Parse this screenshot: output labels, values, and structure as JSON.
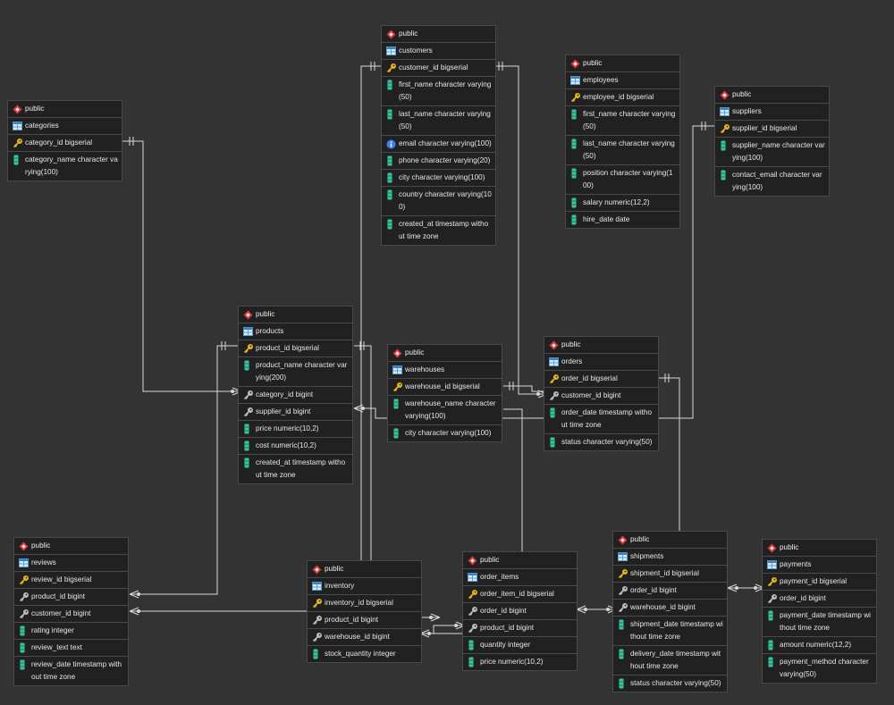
{
  "tables": [
    {
      "id": "categories",
      "schema": "public",
      "name": "categories",
      "columns": [
        {
          "text": "category_id bigserial",
          "icon": "pk"
        },
        {
          "text": "category_name character varying(100)",
          "icon": "col"
        }
      ]
    },
    {
      "id": "customers",
      "schema": "public",
      "name": "customers",
      "columns": [
        {
          "text": "customer_id bigserial",
          "icon": "pk"
        },
        {
          "text": "first_name character varying(50)",
          "icon": "col"
        },
        {
          "text": "last_name character varying(50)",
          "icon": "col"
        },
        {
          "text": "email character varying(100)",
          "icon": "info"
        },
        {
          "text": "phone character varying(20)",
          "icon": "col"
        },
        {
          "text": "city character varying(100)",
          "icon": "col"
        },
        {
          "text": "country character varying(100)",
          "icon": "col"
        },
        {
          "text": "created_at timestamp without time zone",
          "icon": "col"
        }
      ]
    },
    {
      "id": "employees",
      "schema": "public",
      "name": "employees",
      "columns": [
        {
          "text": "employee_id bigserial",
          "icon": "pk"
        },
        {
          "text": "first_name character varying(50)",
          "icon": "col"
        },
        {
          "text": "last_name character varying(50)",
          "icon": "col"
        },
        {
          "text": "position character varying(100)",
          "icon": "col"
        },
        {
          "text": "salary numeric(12,2)",
          "icon": "col"
        },
        {
          "text": "hire_date date",
          "icon": "col"
        }
      ]
    },
    {
      "id": "suppliers",
      "schema": "public",
      "name": "suppliers",
      "columns": [
        {
          "text": "supplier_id bigserial",
          "icon": "pk"
        },
        {
          "text": "supplier_name character varying(100)",
          "icon": "col"
        },
        {
          "text": "contact_email character varying(100)",
          "icon": "col"
        }
      ]
    },
    {
      "id": "products",
      "schema": "public",
      "name": "products",
      "columns": [
        {
          "text": "product_id bigserial",
          "icon": "pk"
        },
        {
          "text": "product_name character varying(200)",
          "icon": "col"
        },
        {
          "text": "category_id bigint",
          "icon": "fk"
        },
        {
          "text": "supplier_id bigint",
          "icon": "fk"
        },
        {
          "text": "price numeric(10,2)",
          "icon": "col"
        },
        {
          "text": "cost numeric(10,2)",
          "icon": "col"
        },
        {
          "text": "created_at timestamp without time zone",
          "icon": "col"
        }
      ]
    },
    {
      "id": "warehouses",
      "schema": "public",
      "name": "warehouses",
      "columns": [
        {
          "text": "warehouse_id bigserial",
          "icon": "pk"
        },
        {
          "text": "warehouse_name character varying(100)",
          "icon": "col"
        },
        {
          "text": "city character varying(100)",
          "icon": "col"
        }
      ]
    },
    {
      "id": "orders",
      "schema": "public",
      "name": "orders",
      "columns": [
        {
          "text": "order_id bigserial",
          "icon": "pk"
        },
        {
          "text": "customer_id bigint",
          "icon": "fk"
        },
        {
          "text": "order_date timestamp without time zone",
          "icon": "col"
        },
        {
          "text": "status character varying(50)",
          "icon": "col"
        }
      ]
    },
    {
      "id": "reviews",
      "schema": "public",
      "name": "reviews",
      "columns": [
        {
          "text": "review_id bigserial",
          "icon": "pk"
        },
        {
          "text": "product_id bigint",
          "icon": "fk"
        },
        {
          "text": "customer_id bigint",
          "icon": "fk"
        },
        {
          "text": "rating integer",
          "icon": "col"
        },
        {
          "text": "review_text text",
          "icon": "col"
        },
        {
          "text": "review_date timestamp without time zone",
          "icon": "col"
        }
      ]
    },
    {
      "id": "inventory",
      "schema": "public",
      "name": "inventory",
      "columns": [
        {
          "text": "inventory_id bigserial",
          "icon": "pk"
        },
        {
          "text": "product_id bigint",
          "icon": "fk"
        },
        {
          "text": "warehouse_id bigint",
          "icon": "fk"
        },
        {
          "text": "stock_quantity integer",
          "icon": "col"
        }
      ]
    },
    {
      "id": "order_items",
      "schema": "public",
      "name": "order_items",
      "columns": [
        {
          "text": "order_item_id bigserial",
          "icon": "pk"
        },
        {
          "text": "order_id bigint",
          "icon": "fk"
        },
        {
          "text": "product_id bigint",
          "icon": "fk"
        },
        {
          "text": "quantity integer",
          "icon": "col"
        },
        {
          "text": "price numeric(10,2)",
          "icon": "col"
        }
      ]
    },
    {
      "id": "shipments",
      "schema": "public",
      "name": "shipments",
      "columns": [
        {
          "text": "shipment_id bigserial",
          "icon": "pk"
        },
        {
          "text": "order_id bigint",
          "icon": "fk"
        },
        {
          "text": "warehouse_id bigint",
          "icon": "fk"
        },
        {
          "text": "shipment_date timestamp without time zone",
          "icon": "col"
        },
        {
          "text": "delivery_date timestamp without time zone",
          "icon": "col"
        },
        {
          "text": "status character varying(50)",
          "icon": "col"
        }
      ]
    },
    {
      "id": "payments",
      "schema": "public",
      "name": "payments",
      "columns": [
        {
          "text": "payment_id bigserial",
          "icon": "pk"
        },
        {
          "text": "order_id bigint",
          "icon": "fk"
        },
        {
          "text": "payment_date timestamp without time zone",
          "icon": "col"
        },
        {
          "text": "amount numeric(12,2)",
          "icon": "col"
        },
        {
          "text": "payment_method character varying(50)",
          "icon": "col"
        }
      ]
    }
  ],
  "relationships": [
    {
      "from": "products.category_id",
      "to": "categories.category_id"
    },
    {
      "from": "products.supplier_id",
      "to": "suppliers.supplier_id"
    },
    {
      "from": "orders.customer_id",
      "to": "customers.customer_id"
    },
    {
      "from": "reviews.product_id",
      "to": "products.product_id"
    },
    {
      "from": "reviews.customer_id",
      "to": "customers.customer_id"
    },
    {
      "from": "inventory.product_id",
      "to": "products.product_id"
    },
    {
      "from": "inventory.warehouse_id",
      "to": "warehouses.warehouse_id"
    },
    {
      "from": "order_items.order_id",
      "to": "orders.order_id"
    },
    {
      "from": "order_items.product_id",
      "to": "products.product_id"
    },
    {
      "from": "shipments.order_id",
      "to": "orders.order_id"
    },
    {
      "from": "shipments.warehouse_id",
      "to": "warehouses.warehouse_id"
    },
    {
      "from": "payments.order_id",
      "to": "orders.order_id"
    }
  ],
  "icons": {
    "schema": "schema-diamond-icon",
    "table": "table-grid-icon",
    "pk": "key-icon",
    "fk": "foreign-key-icon",
    "col": "column-icon",
    "info": "unique-info-icon"
  },
  "colors": {
    "background": "#333333",
    "table_bg": "#212121",
    "line": "#d8d8d8",
    "key": "#e6b422",
    "column": "#35c7a0",
    "schema": "#e03c3c",
    "info": "#3d7ff0"
  }
}
